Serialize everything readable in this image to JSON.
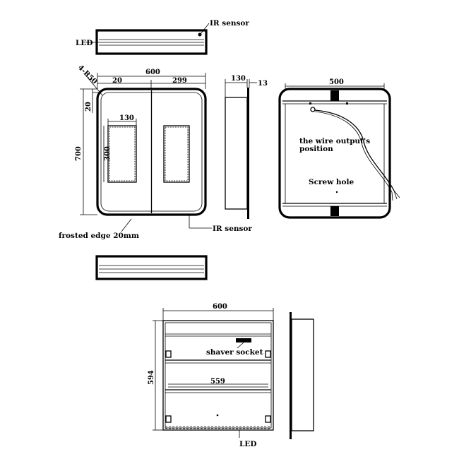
{
  "labels": {
    "ir_sensor_top": "IR sensor",
    "led_top": "LED",
    "radius": "4-R50",
    "frosted_edge": "frosted edge 20mm",
    "ir_sensor_front": "IR sensor",
    "wire_output_line1": "the wire output's",
    "wire_output_line2": "position",
    "screw_hole": "Screw hole",
    "shaver_socket": "shaver socket",
    "led_bottom": "LED"
  },
  "dimensions": {
    "front_width": "600",
    "front_left_offset": "20",
    "front_half_width": "299",
    "front_height": "700",
    "front_top_offset": "20",
    "window_width": "130",
    "window_height": "300",
    "side_depth": "130",
    "side_door": "13",
    "back_width": "500",
    "interior_width": "600",
    "interior_height": "594",
    "shelf_width": "559"
  },
  "colors": {
    "line": "#000000",
    "background": "#ffffff"
  }
}
